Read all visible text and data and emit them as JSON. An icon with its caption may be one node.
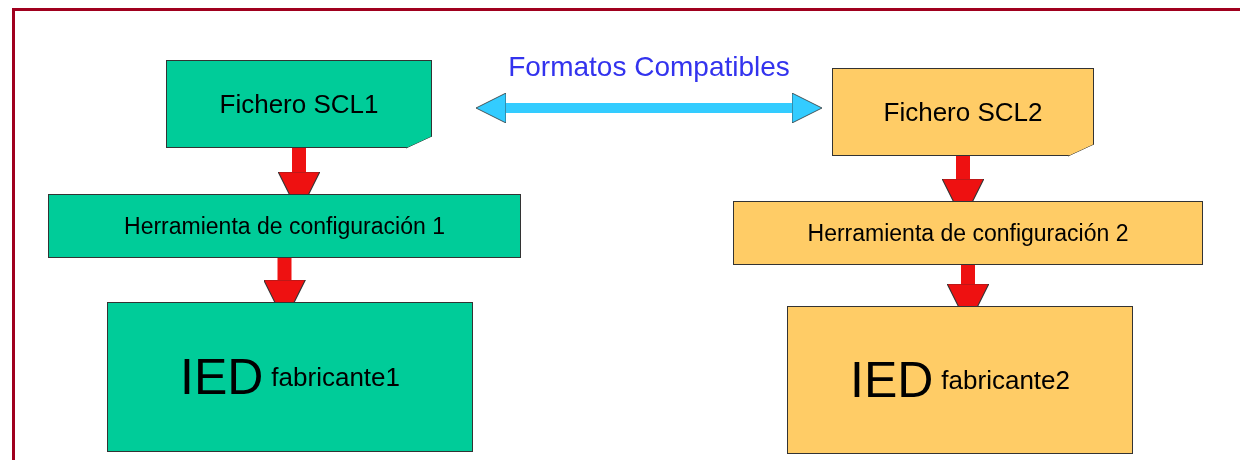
{
  "diagram": {
    "nodes": [
      {
        "text": [
          "Fichero SCL1"
        ]
      },
      {
        "text": [
          "Herramienta de configuración 1"
        ]
      },
      {
        "text": [
          "IED",
          "fabricante1"
        ]
      },
      {
        "text": [
          "Fichero SCL2"
        ]
      },
      {
        "text": [
          "Herramienta de configuración 2"
        ]
      },
      {
        "text": [
          "IED",
          "fabricante2"
        ]
      }
    ],
    "edges": [
      {
        "from": 0,
        "to": 3,
        "arrow": "both",
        "label": "Formatos Compatibles",
        "color": "#33ccff"
      },
      {
        "from": 0,
        "to": 1,
        "arrow": "to"
      },
      {
        "from": 1,
        "to": 2,
        "arrow": "to"
      },
      {
        "from": 3,
        "to": 4,
        "arrow": "to"
      },
      {
        "from": 4,
        "to": 5,
        "arrow": "to"
      }
    ]
  }
}
